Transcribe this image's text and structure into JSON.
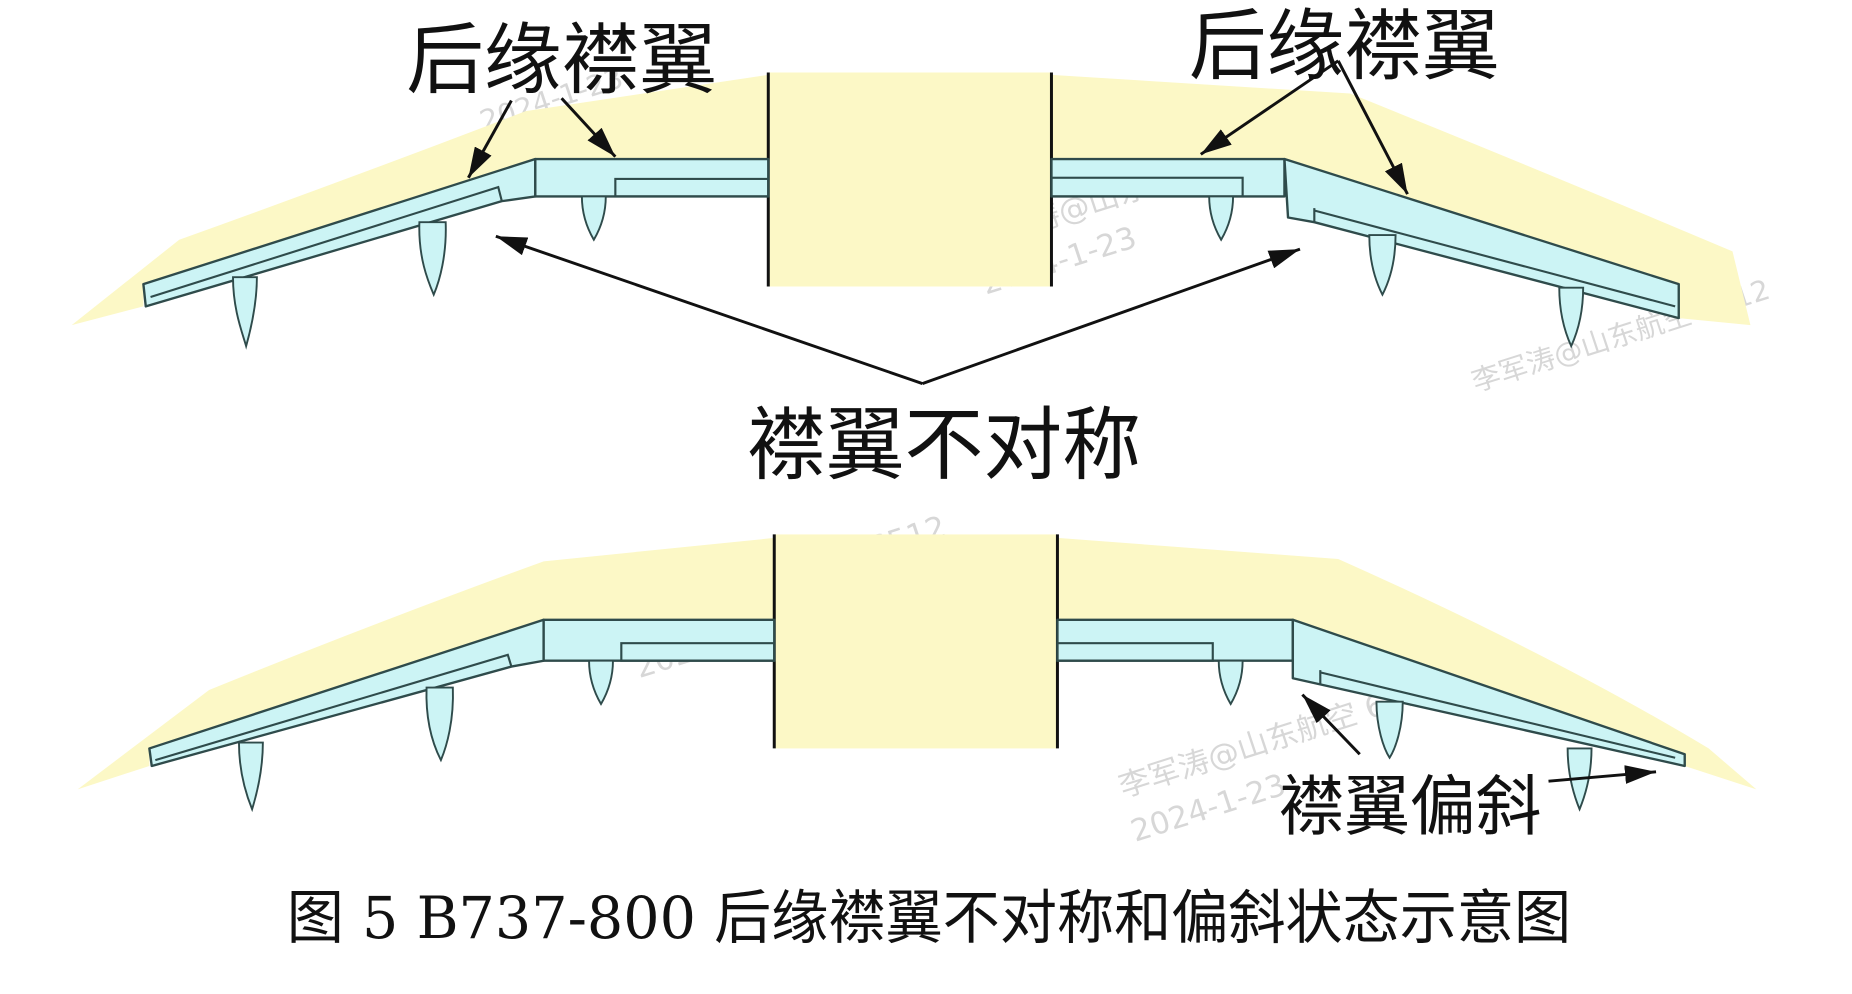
{
  "figure": {
    "caption": "图 5 B737-800 后缘襟翼不对称和偏斜状态示意图"
  },
  "labels": {
    "trailing_edge_flap_left": "后缘襟翼",
    "trailing_edge_flap_right": "后缘襟翼",
    "flap_asymmetry": "襟翼不对称",
    "flap_skew": "襟翼偏斜"
  },
  "watermark": {
    "text": "李军涛@山东航空 6512",
    "date": "2024-1-23"
  },
  "colors": {
    "wing": "#fcf8c6",
    "flap": "#ccf4f5",
    "outline": "#2f4b4b",
    "text": "#111111"
  }
}
